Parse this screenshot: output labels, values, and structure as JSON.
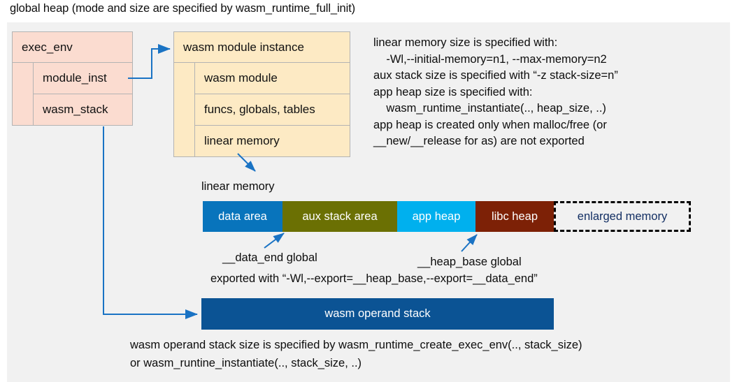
{
  "title": "global heap (mode and size are specified by wasm_runtime_full_init)",
  "exec_env": {
    "header": "exec_env",
    "fields": [
      "module_inst",
      "wasm_stack"
    ]
  },
  "module_instance": {
    "header": "wasm module instance",
    "fields": [
      "wasm module",
      "funcs, globals, tables",
      "linear memory"
    ]
  },
  "memory_note": "linear memory size is specified with:\n    -Wl,--initial-memory=n1, --max-memory=n2\naux stack size is specified with “-z stack-size=n”\napp heap size is specified with:\n    wasm_runtime_instantiate(.., heap_size, ..)\napp heap is created only when malloc/free (or\n__new/__release for as) are not exported",
  "linear_memory": {
    "label": "linear memory",
    "segments": [
      {
        "label": "data area",
        "color": "#0874bc",
        "width": 114,
        "style": "solid"
      },
      {
        "label": "aux stack area",
        "color": "#6b7003",
        "width": 164,
        "style": "solid"
      },
      {
        "label": "app heap",
        "color": "#00b0ee",
        "width": 112,
        "style": "solid"
      },
      {
        "label": "libc heap",
        "color": "#7d2106",
        "width": 112,
        "style": "solid"
      },
      {
        "label": "enlarged memory",
        "color": "#f1f1f1",
        "width": 196,
        "style": "dashed"
      }
    ]
  },
  "annotations": {
    "data_end": "__data_end global",
    "heap_base": "__heap_base global",
    "export": "exported with “-Wl,--export=__heap_base,--export=__data_end”"
  },
  "operand_stack": {
    "label": "wasm operand stack",
    "note": "wasm operand stack size is specified by wasm_runtime_create_exec_env(.., stack_size)\nor wasm_runtine_instantiate(.., stack_size, ..)"
  },
  "colors": {
    "panel_background": "#f1f1f1",
    "exec_env_fill": "#fbdcd0",
    "module_instance_fill": "#fdeac4",
    "connector": "#1a73c4",
    "operand_stack_fill": "#0b5394",
    "enlarged_memory_text": "#132f63"
  }
}
